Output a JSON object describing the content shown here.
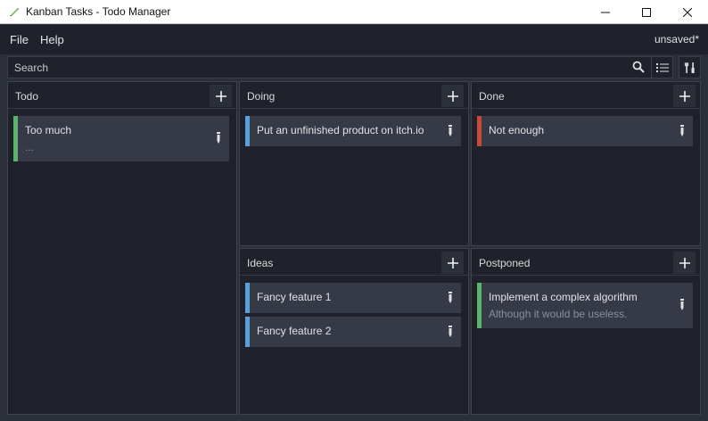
{
  "window": {
    "title": "Kanban Tasks - Todo Manager",
    "controls": [
      "minimize",
      "maximize",
      "close"
    ]
  },
  "menubar": {
    "items": [
      "File",
      "Help"
    ],
    "status": "unsaved*"
  },
  "search": {
    "placeholder": "Search",
    "search_icon": "search-icon",
    "list_icon": "list-icon",
    "settings_icon": "tools-icon"
  },
  "colors": {
    "background": "#2b2f38",
    "panel": "#1f222a",
    "card": "#353a46",
    "green": "#5ab469",
    "blue": "#5aa0dc",
    "red": "#c8483c"
  },
  "columns": [
    {
      "title": "Todo",
      "cards": [
        {
          "title": "Too much",
          "description": "...",
          "color": "#5ab469"
        }
      ]
    },
    {
      "title": "Doing",
      "cards": [
        {
          "title": "Put an unfinished product on itch.io",
          "description": "",
          "color": "#5aa0dc"
        }
      ]
    },
    {
      "title": "Done",
      "cards": [
        {
          "title": "Not enough",
          "description": "",
          "color": "#c8483c"
        }
      ]
    },
    {
      "title": "Ideas",
      "cards": [
        {
          "title": "Fancy feature 1",
          "description": "",
          "color": "#5aa0dc"
        },
        {
          "title": "Fancy feature 2",
          "description": "",
          "color": "#5aa0dc"
        }
      ]
    },
    {
      "title": "Postponed",
      "cards": [
        {
          "title": "Implement a complex algorithm",
          "description": "Although it would be useless.",
          "color": "#5ab469"
        }
      ]
    }
  ]
}
